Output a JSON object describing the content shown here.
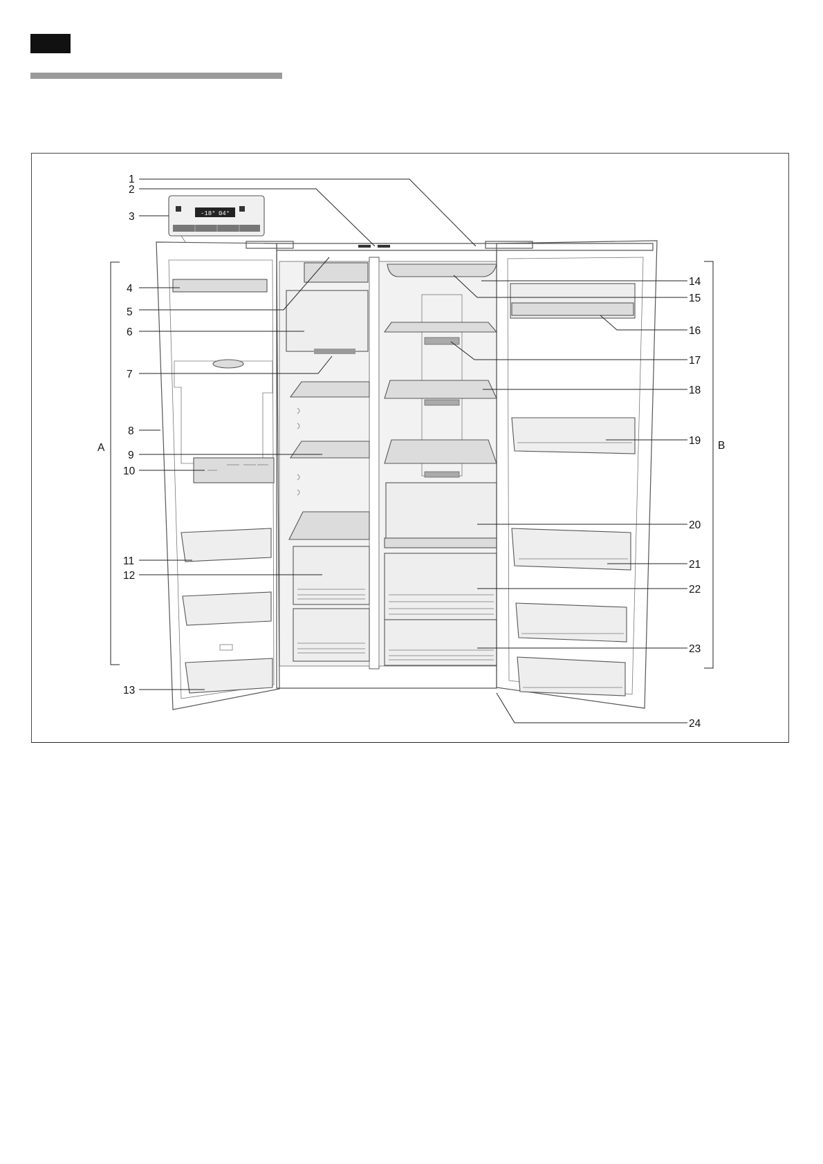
{
  "page": {
    "language_tab": "",
    "section_rule": ""
  },
  "diagram": {
    "group_labels": {
      "freezer": "A",
      "fridge": "B"
    },
    "callouts": [
      {
        "id": "1",
        "label": "1"
      },
      {
        "id": "2",
        "label": "2"
      },
      {
        "id": "3",
        "label": "3"
      },
      {
        "id": "4",
        "label": "4"
      },
      {
        "id": "5",
        "label": "5"
      },
      {
        "id": "6",
        "label": "6"
      },
      {
        "id": "7",
        "label": "7"
      },
      {
        "id": "8",
        "label": "8"
      },
      {
        "id": "9",
        "label": "9"
      },
      {
        "id": "10",
        "label": "10"
      },
      {
        "id": "11",
        "label": "11"
      },
      {
        "id": "12",
        "label": "12"
      },
      {
        "id": "13",
        "label": "13"
      },
      {
        "id": "14",
        "label": "14"
      },
      {
        "id": "15",
        "label": "15"
      },
      {
        "id": "16",
        "label": "16"
      },
      {
        "id": "17",
        "label": "17"
      },
      {
        "id": "18",
        "label": "18"
      },
      {
        "id": "19",
        "label": "19"
      },
      {
        "id": "20",
        "label": "20"
      },
      {
        "id": "21",
        "label": "21"
      },
      {
        "id": "22",
        "label": "22"
      },
      {
        "id": "23",
        "label": "23"
      },
      {
        "id": "24",
        "label": "24"
      }
    ],
    "control_panel": {
      "display_freezer": "-18°",
      "display_fridge": "04°"
    }
  }
}
